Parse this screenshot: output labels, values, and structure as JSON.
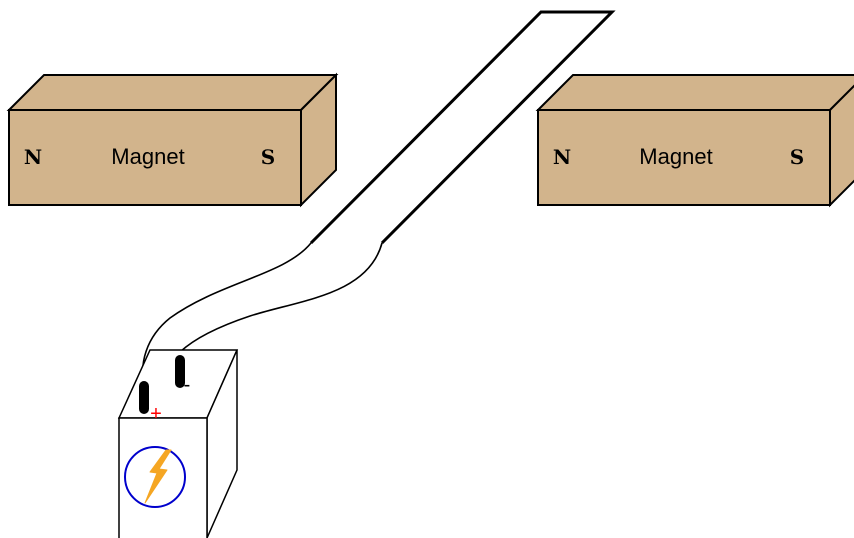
{
  "colors": {
    "magnet_face": "#d2b48c",
    "magnet_top": "#d2b48c",
    "magnet_side": "#d2b48c",
    "outline": "#000000",
    "battery_body": "#ffffff",
    "battery_circle": "#0000cc",
    "lightning": "#f5a623",
    "positive_sign": "#ff0000",
    "negative_sign": "#000000"
  },
  "magnets": [
    {
      "north_label": "N",
      "name_label": "Magnet",
      "south_label": "S"
    },
    {
      "north_label": "N",
      "name_label": "Magnet",
      "south_label": "S"
    }
  ],
  "battery": {
    "positive_label": "+",
    "negative_label": "-",
    "icon": "lightning-bolt-icon"
  }
}
